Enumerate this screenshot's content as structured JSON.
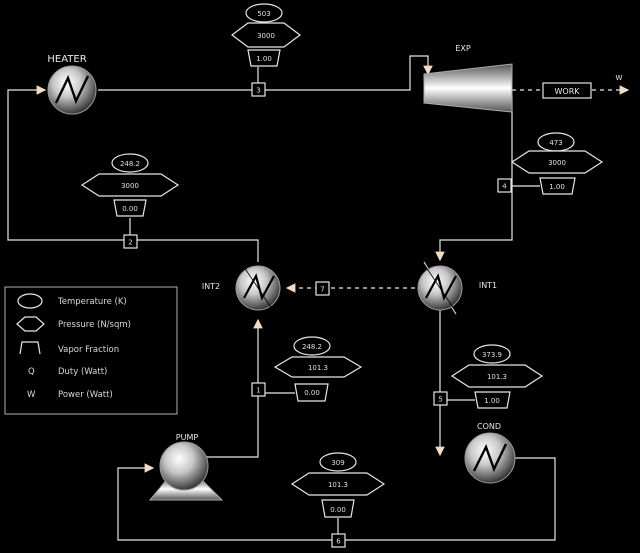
{
  "units": {
    "HEATER": {
      "label": "HEATER"
    },
    "EXP": {
      "label": "EXP"
    },
    "INT1": {
      "label": "INT1"
    },
    "INT2": {
      "label": "INT2"
    },
    "PUMP": {
      "label": "PUMP"
    },
    "COND": {
      "label": "COND"
    },
    "WORK": {
      "label": "WORK"
    },
    "W": {
      "label": "W"
    }
  },
  "streams": [
    {
      "id": "3",
      "temperature": "503",
      "pressure": "3000",
      "vapor_fraction": "1.00"
    },
    {
      "id": "4",
      "temperature": "473",
      "pressure": "3000",
      "vapor_fraction": "1.00"
    },
    {
      "id": "2",
      "temperature": "248.2",
      "pressure": "3000",
      "vapor_fraction": "0.00"
    },
    {
      "id": "1",
      "temperature": "248.2",
      "pressure": "101.3",
      "vapor_fraction": "0.00"
    },
    {
      "id": "5",
      "temperature": "373.9",
      "pressure": "101.3",
      "vapor_fraction": "1.00"
    },
    {
      "id": "6",
      "temperature": "309",
      "pressure": "101.3",
      "vapor_fraction": "0.00"
    },
    {
      "id": "7"
    }
  ],
  "legend": {
    "temperature": "Temperature (K)",
    "pressure": "Pressure (N/sqm)",
    "vapor": "Vapor Fraction",
    "duty_sym": "Q",
    "duty": "Duty (Watt)",
    "power_sym": "W",
    "power": "Power (Watt)"
  }
}
